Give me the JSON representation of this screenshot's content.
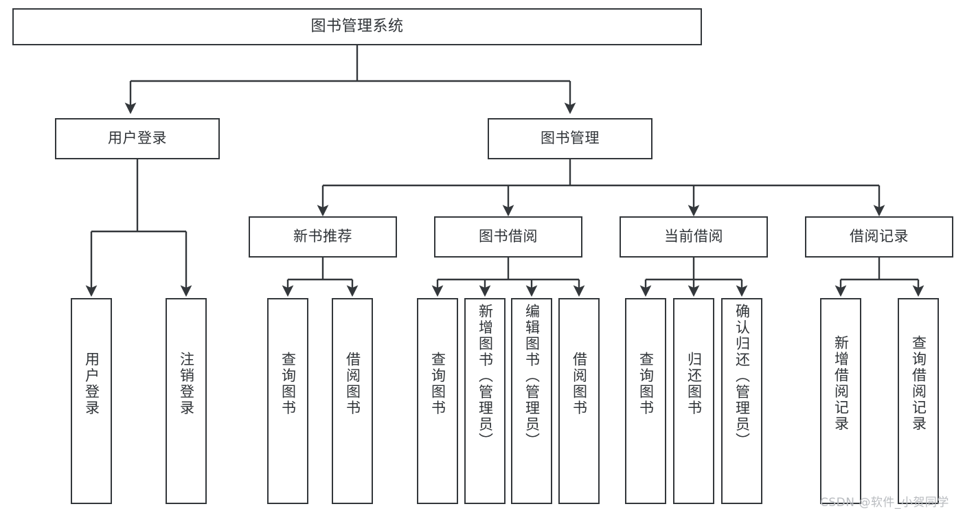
{
  "diagram": {
    "title": "图书管理系统",
    "type": "tree-hierarchy-chart",
    "watermark": "CSDN @软件_小贺同学",
    "colors": {
      "stroke": "#33373b",
      "text": "#2f3337",
      "background": "#ffffff",
      "watermark": "#b9bcc0"
    }
  },
  "nodes": {
    "root": {
      "label": "图书管理系统"
    },
    "level2": [
      {
        "label": "用户登录"
      },
      {
        "label": "图书管理"
      }
    ],
    "level3": [
      {
        "label": "新书推荐"
      },
      {
        "label": "图书借阅"
      },
      {
        "label": "当前借阅"
      },
      {
        "label": "借阅记录"
      }
    ],
    "leaves": {
      "user_login": [
        {
          "label": "用户登录"
        },
        {
          "label": "注销登录"
        }
      ],
      "new_book": [
        {
          "label": "查询图书"
        },
        {
          "label": "借阅图书"
        }
      ],
      "book_borrow": [
        {
          "label": "查询图书"
        },
        {
          "label": "新增图书（管理员）"
        },
        {
          "label": "编辑图书（管理员）"
        },
        {
          "label": "借阅图书"
        }
      ],
      "current_borrow": [
        {
          "label": "查询图书"
        },
        {
          "label": "归还图书"
        },
        {
          "label": "确认归还（管理员）"
        }
      ],
      "borrow_record": [
        {
          "label": "新增借阅记录"
        },
        {
          "label": "查询借阅记录"
        }
      ]
    }
  }
}
